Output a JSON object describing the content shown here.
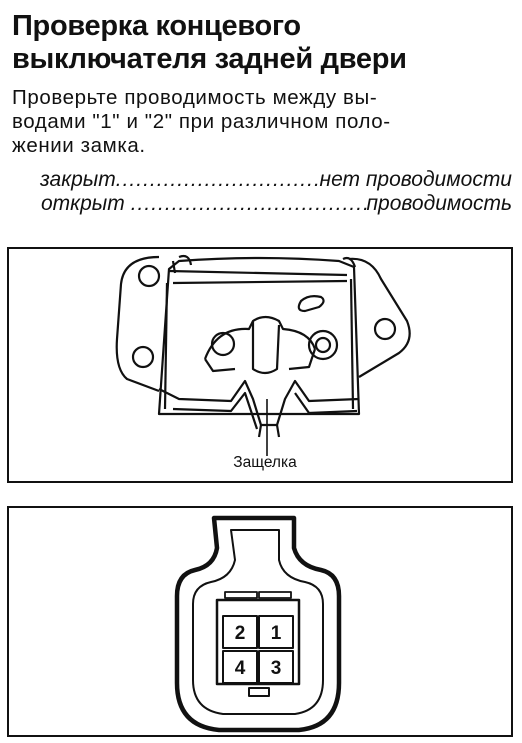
{
  "heading": {
    "line1": "Проверка концевого",
    "line2": "выключателя задней двери"
  },
  "instructions": {
    "line1": "Проверьте проводимость между вы-",
    "line2": "водами \"1\" и \"2\" при различном поло-",
    "line3": "жении замка."
  },
  "conditions": [
    {
      "state": "закрыт",
      "result": "нет проводимости"
    },
    {
      "state": "открыт",
      "result": "проводимость"
    }
  ],
  "figure_lock": {
    "callout_label": "Защелка"
  },
  "figure_connector": {
    "pins": [
      "2",
      "1",
      "4",
      "3"
    ]
  }
}
